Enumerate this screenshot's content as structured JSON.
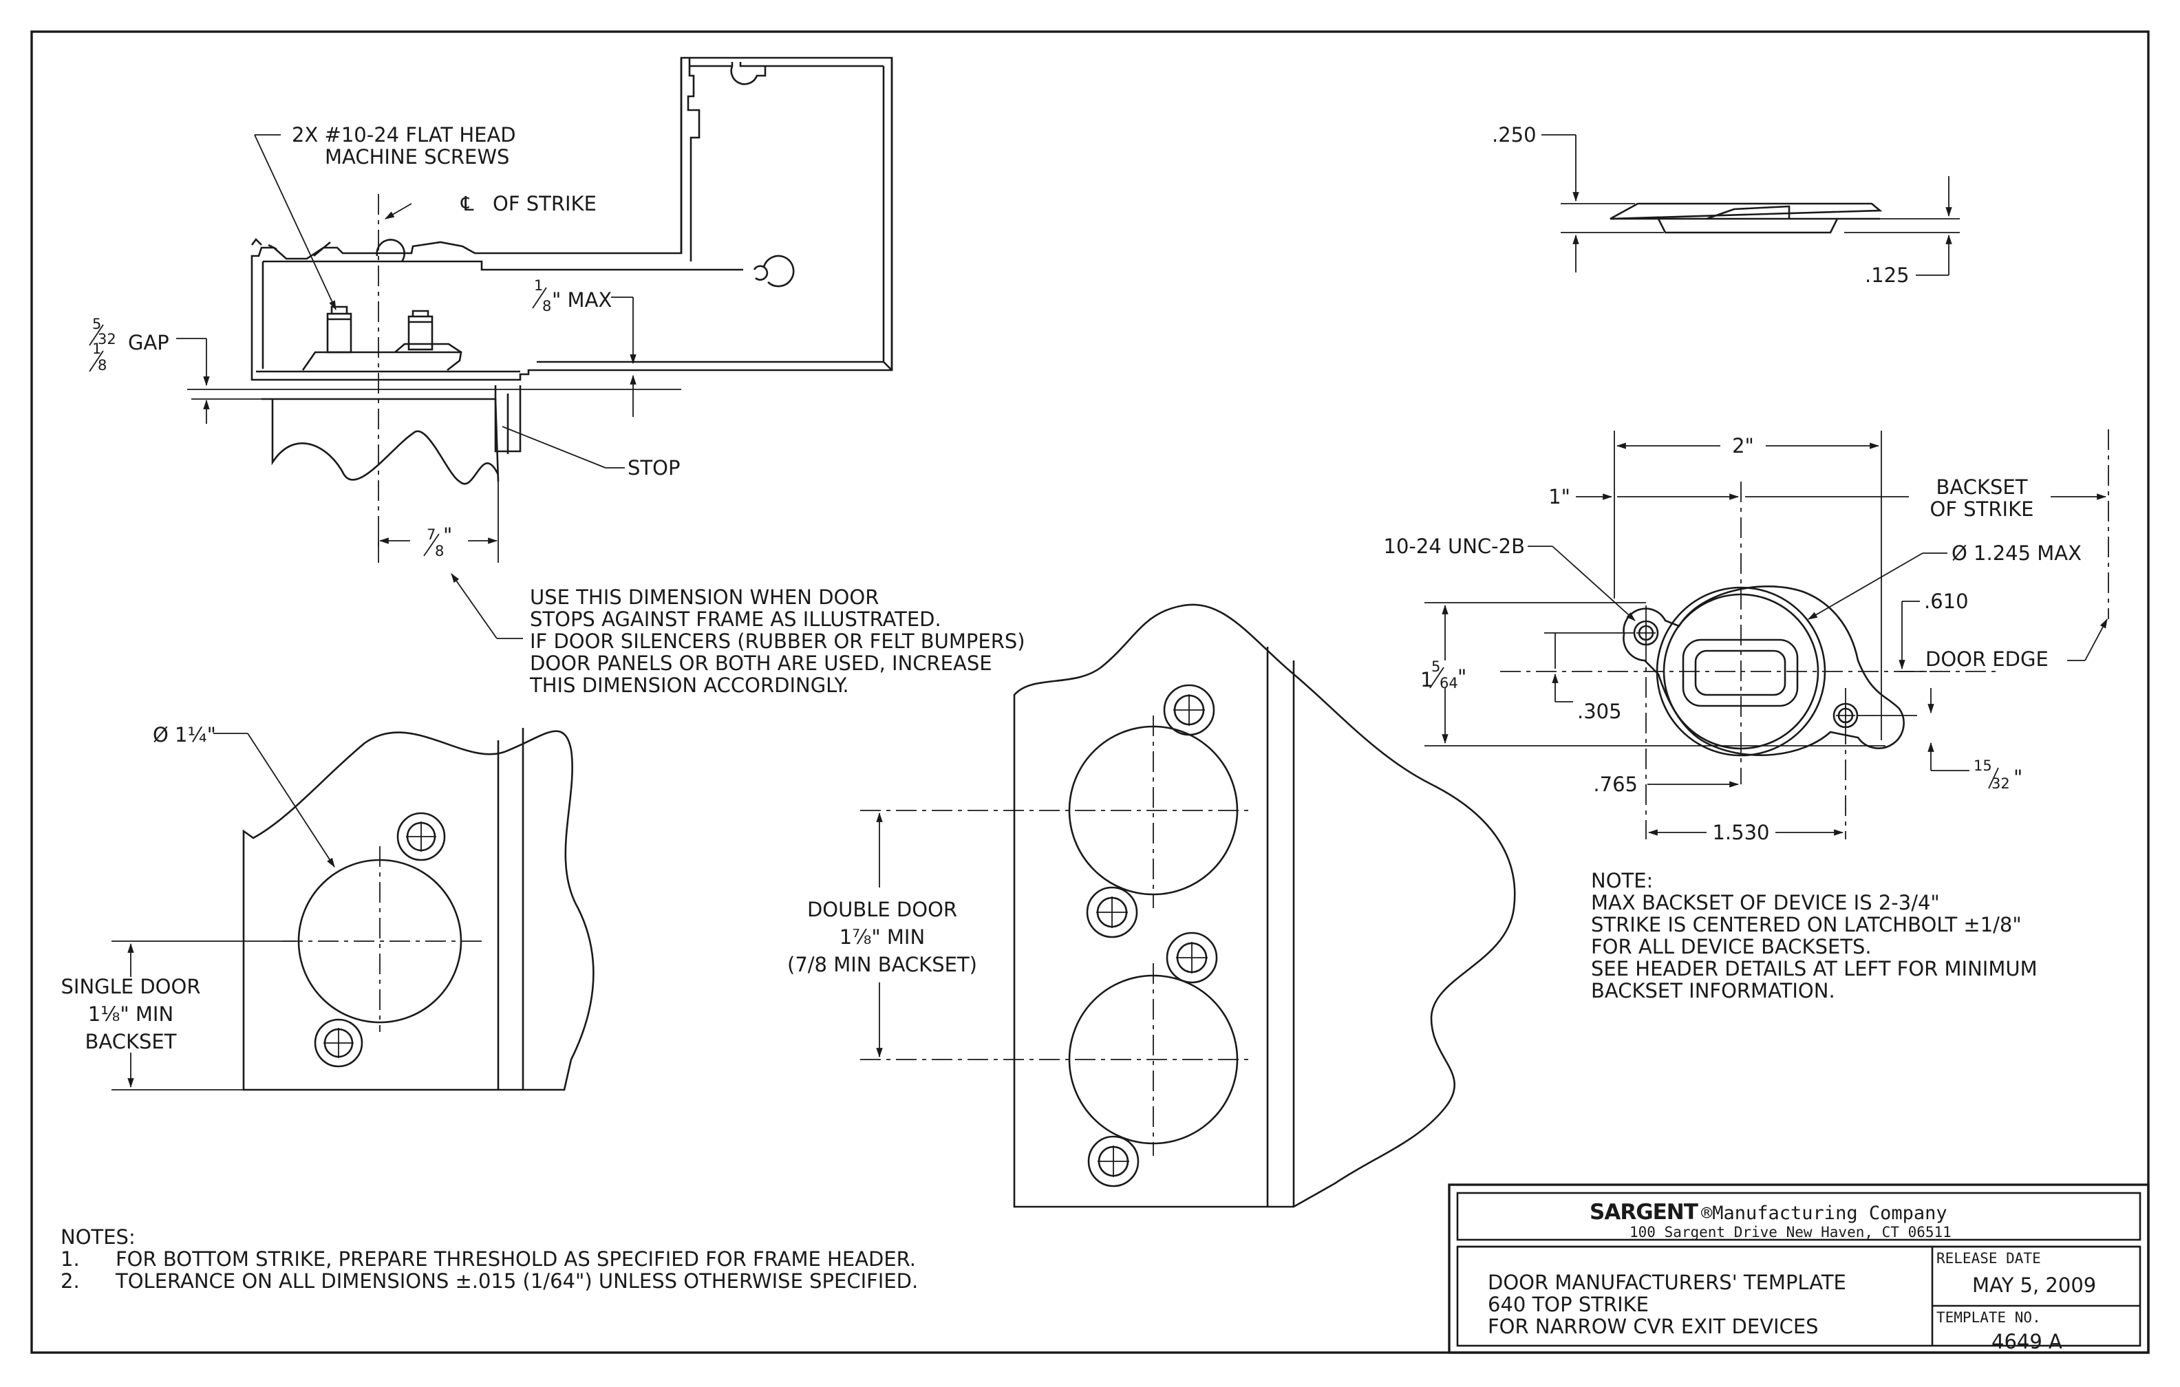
{
  "header_detail": {
    "screws_line1": "2X #10-24 FLAT HEAD",
    "screws_line2": "MACHINE SCREWS",
    "cl_symbol": "℄",
    "cl_label": "OF STRIKE",
    "max_whole": "",
    "max_num": "1",
    "max_den": "8",
    "max_label": "\" MAX",
    "gap_a_num": "5",
    "gap_a_den": "32",
    "gap_b_num": "1",
    "gap_b_den": "8",
    "gap_label": "GAP",
    "stop_label": "STOP",
    "dim78_num": "7",
    "dim78_den": "8",
    "note_lines": [
      "USE THIS DIMENSION WHEN DOOR",
      "STOPS AGAINST FRAME AS ILLUSTRATED.",
      "IF DOOR SILENCERS (RUBBER OR FELT BUMPERS)",
      "DOOR PANELS OR BOTH ARE USED, INCREASE",
      "THIS DIMENSION ACCORDINGLY."
    ]
  },
  "single_door": {
    "hole_label": "Ø 1¼\"",
    "line1": "SINGLE DOOR",
    "line2": "1⅛\" MIN",
    "line3": "BACKSET"
  },
  "double_door": {
    "line1": "DOUBLE DOOR",
    "line2": "1⅞\" MIN",
    "line3": "(7/8 MIN BACKSET)"
  },
  "side_view": {
    "thickness": ".250",
    "lip": ".125"
  },
  "strike_plan": {
    "width": "2\"",
    "half": "1\"",
    "backset_line1": "BACKSET",
    "backset_line2": "OF STRIKE",
    "thread": "10-24 UNC-2B",
    "bore": "Ø 1.245 MAX",
    "offset_610": ".610",
    "door_edge": "DOOR EDGE",
    "height_whole": "1",
    "height_num": "5",
    "height_den": "64",
    "offset_305": ".305",
    "dim_765": ".765",
    "dim_1530": "1.530",
    "dim_1532_num": "15",
    "dim_1532_den": "32"
  },
  "note_right": [
    "NOTE:",
    "MAX BACKSET OF DEVICE IS 2-3/4\"",
    "STRIKE IS CENTERED ON LATCHBOLT ±1/8\"",
    "FOR ALL DEVICE BACKSETS.",
    "SEE HEADER DETAILS AT LEFT FOR MINIMUM",
    "BACKSET INFORMATION."
  ],
  "notes": {
    "title": "NOTES:",
    "items": [
      {
        "num": "1.",
        "text": "FOR BOTTOM STRIKE, PREPARE THRESHOLD AS SPECIFIED FOR FRAME HEADER."
      },
      {
        "num": "2.",
        "text": "TOLERANCE ON ALL DIMENSIONS ±.015 (1/64\") UNLESS OTHERWISE SPECIFIED."
      }
    ]
  },
  "title_block": {
    "brand": "SARGENT",
    "company": "®Manufacturing Company",
    "address": "100 Sargent Drive New Haven, CT 06511",
    "desc_lines": [
      "DOOR MANUFACTURERS' TEMPLATE",
      "640 TOP STRIKE",
      "FOR NARROW CVR EXIT DEVICES"
    ],
    "release_label": "RELEASE DATE",
    "release_date": "MAY 5, 2009",
    "template_label": "TEMPLATE NO.",
    "template_no": "4649  A"
  }
}
